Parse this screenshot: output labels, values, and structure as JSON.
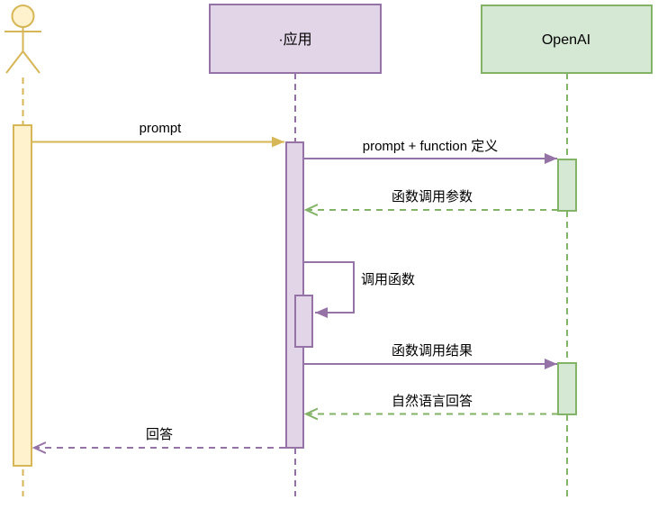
{
  "diagram": {
    "kind": "uml-sequence-diagram",
    "background": "#ffffff",
    "participants": [
      {
        "id": "user",
        "label": "",
        "shape": "actor",
        "fill": "#fff2cc",
        "stroke": "#d6b656"
      },
      {
        "id": "app",
        "label": "·应用",
        "shape": "box",
        "fill": "#e1d5e7",
        "stroke": "#9673a6"
      },
      {
        "id": "openai",
        "label": "OpenAI",
        "shape": "box",
        "fill": "#d5e8d4",
        "stroke": "#82b366"
      }
    ],
    "messages": [
      {
        "index": 1,
        "from": "user",
        "to": "app",
        "label": "prompt",
        "line": "solid",
        "arrow": "filled",
        "color": "#d6b656"
      },
      {
        "index": 2,
        "from": "app",
        "to": "openai",
        "label": "prompt + function 定义",
        "line": "solid",
        "arrow": "filled",
        "color": "#9673a6"
      },
      {
        "index": 3,
        "from": "openai",
        "to": "app",
        "label": "函数调用参数",
        "line": "dashed",
        "arrow": "open",
        "color": "#82b366"
      },
      {
        "index": 4,
        "from": "app",
        "to": "app",
        "label": "调用函数",
        "line": "solid",
        "arrow": "filled",
        "color": "#9673a6",
        "self_call": true
      },
      {
        "index": 5,
        "from": "app",
        "to": "openai",
        "label": "函数调用结果",
        "line": "solid",
        "arrow": "filled",
        "color": "#9673a6"
      },
      {
        "index": 6,
        "from": "openai",
        "to": "app",
        "label": "自然语言回答",
        "line": "dashed",
        "arrow": "open",
        "color": "#82b366"
      },
      {
        "index": 7,
        "from": "app",
        "to": "user",
        "label": "回答",
        "line": "dashed",
        "arrow": "open",
        "color": "#9673a6"
      }
    ],
    "colors": {
      "actor_stroke": "#d6b656",
      "actor_fill": "#fff2cc",
      "app_stroke": "#9673a6",
      "app_fill": "#e1d5e7",
      "openai_stroke": "#82b366",
      "openai_fill": "#d5e8d4",
      "text": "#000000"
    }
  }
}
